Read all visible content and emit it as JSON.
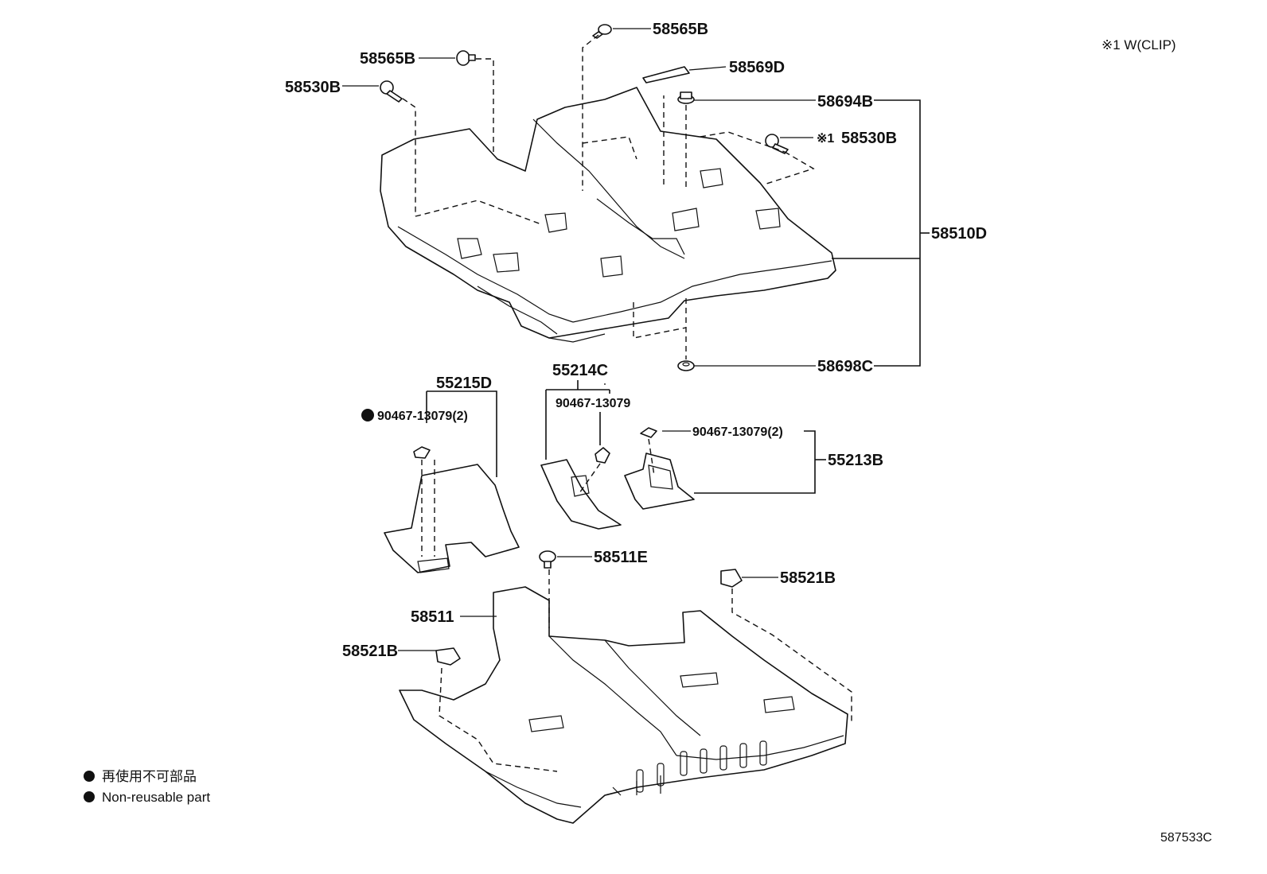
{
  "clip_note": "※1 W(CLIP)",
  "legend": {
    "line_jp": "再使用不可部品",
    "line_en": "Non-reusable part"
  },
  "diagram_ref": "587533C",
  "labels": {
    "p58565B_top": "58565B",
    "p58565B_left": "58565B",
    "p58530B_left": "58530B",
    "p58569D": "58569D",
    "p58694B": "58694B",
    "p58530B_clip_prefix": "※1",
    "p58530B_clip": "58530B",
    "p58510D": "58510D",
    "p58698C": "58698C",
    "p55215D": "55215D",
    "p90467_left": "90467-13079(2)",
    "p55214C": "55214C",
    "p90467_mid": "90467-13079",
    "p90467_right": "90467-13079(2)",
    "p55213B": "55213B",
    "p58511E": "58511E",
    "p58521B_right": "58521B",
    "p58511": "58511",
    "p58521B_left": "58521B"
  }
}
